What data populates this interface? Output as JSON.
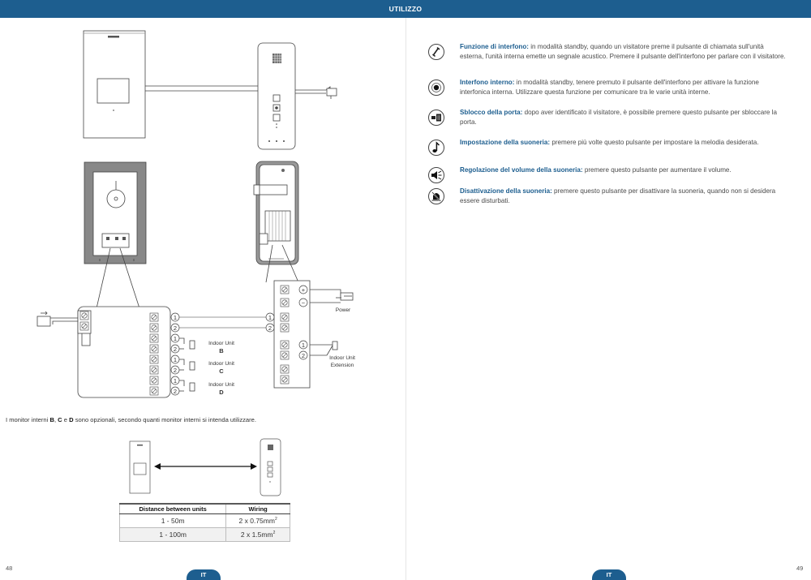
{
  "header": {
    "title": "UTILIZZO"
  },
  "diagram": {
    "labels": {
      "power": "Power",
      "unit_b_line1": "Indoor Unit",
      "unit_b_line2": "B",
      "unit_c_line1": "Indoor Unit",
      "unit_c_line2": "C",
      "unit_d_line1": "Indoor Unit",
      "unit_d_line2": "D",
      "ext_line1": "Indoor Unit",
      "ext_line2": "Extension"
    },
    "terminals": {
      "one": "1",
      "two": "2",
      "plus": "+",
      "minus": "−"
    }
  },
  "note": {
    "prefix": "I monitor interni ",
    "b": "B",
    "comma": ", ",
    "c": "C",
    "e": " e ",
    "d": "D",
    "suffix": " sono opzionali, secondo quanti monitor interni si intenda utilizzare."
  },
  "distance_table": {
    "headers": [
      "Distance between units",
      "Wiring"
    ],
    "rows": [
      {
        "distance": "1 - 50m",
        "wiring": "2 x 0.75mm",
        "sup": "2"
      },
      {
        "distance": "1 - 100m",
        "wiring": "2 x 1.5mm",
        "sup": "2"
      }
    ]
  },
  "functions": [
    {
      "icon": "intercom-handset-icon",
      "title": "Funzione di interfono:",
      "text": " in modalità standby, quando un visitatore preme il pulsante di chiamata sull'unità esterna, l'unità interna emette un segnale acustico. Premere il pulsante dell'interfono per parlare con il visitatore."
    },
    {
      "icon": "internal-intercom-icon",
      "title": "Interfono interno:",
      "text": " in modalità standby, tenere premuto il pulsante dell'interfono per attivare la funzione interfonica interna. Utilizzare questa funzione per comunicare tra le varie unità interne."
    },
    {
      "icon": "door-unlock-icon",
      "title": "Sblocco della porta:",
      "text": " dopo aver identificato il visitatore, è possibile premere questo pulsante per sbloccare la porta."
    },
    {
      "icon": "ringtone-note-icon",
      "title": "Impostazione della suoneria:",
      "text": " premere più volte questo pulsante per impostare la melodia desiderata."
    },
    {
      "icon": "ringtone-volume-icon",
      "title": "Regolazione del volume della suoneria:",
      "text": " premere questo pulsante per aumentare il volume."
    },
    {
      "icon": "mute-ringtone-icon",
      "title": "Disattivazione della suoneria:",
      "text": " premere questo pulsante per disattivare la suoneria, quando non si desidera essere disturbati."
    }
  ],
  "footer": {
    "left_page": "48",
    "right_page": "49",
    "left_lang": "IT",
    "right_lang": "IT"
  }
}
